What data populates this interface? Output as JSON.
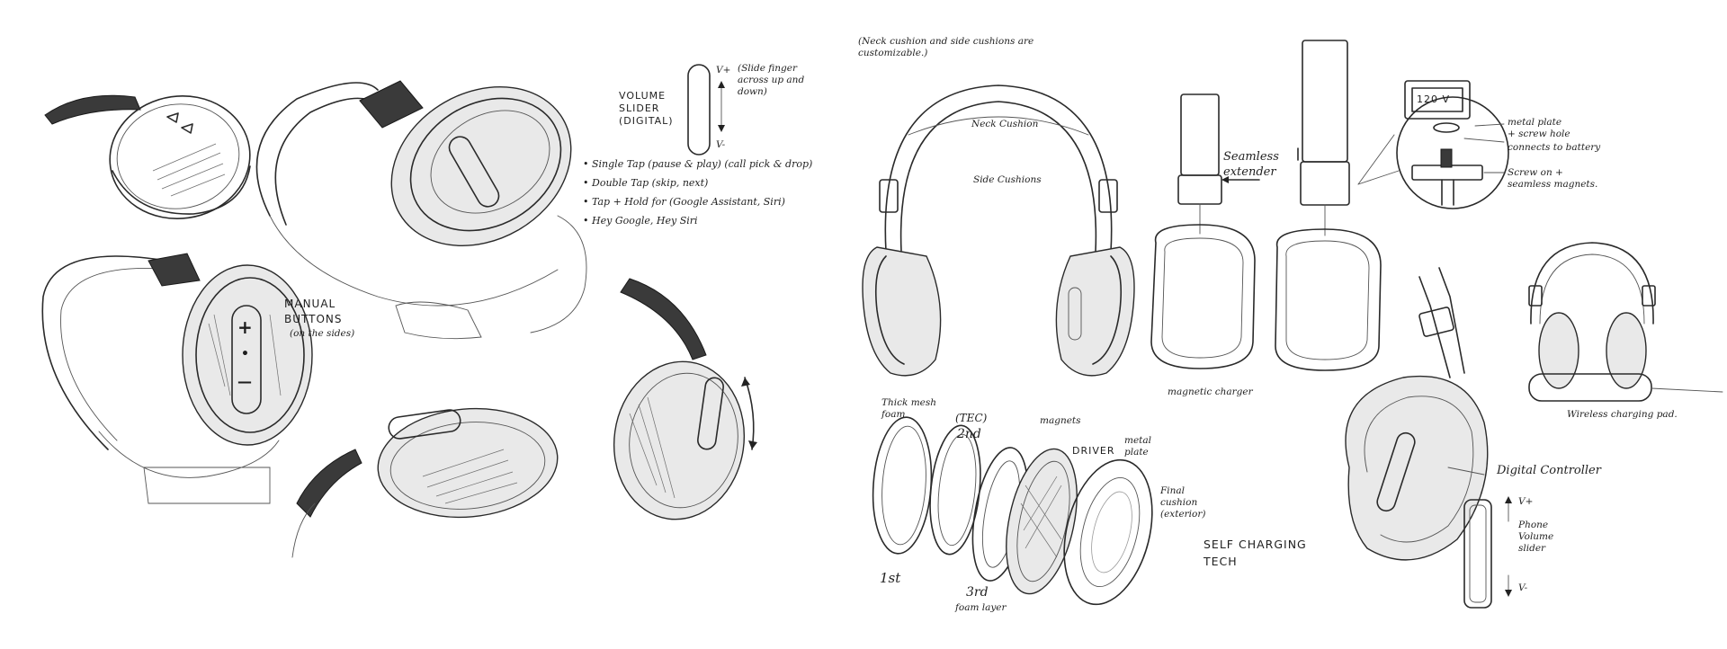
{
  "annotations": {
    "volume_slider_label": "VOLUME SLIDER (DIGITAL)",
    "v_plus": "V+",
    "v_minus": "V-",
    "slide_note": "(Slide finger across up and down)",
    "gestures": [
      "Single Tap (pause & play) (call pick & drop)",
      "Double Tap (skip, next)",
      "Tap + Hold for (Google Assistant, Siri)",
      "Hey Google, Hey Siri"
    ],
    "manual_buttons": "MANUAL BUTTONS",
    "on_sides": "(on the sides)",
    "cushion_note": "(Neck cushion and side cushions are customizable.)",
    "neck_cushion": "Neck Cushion",
    "side_cushions": "Side Cushions",
    "seamless_extender": "Seamless extender",
    "voltage": "120 V",
    "metal_plate": "metal plate + screw hole",
    "connects_battery": "connects to battery",
    "screw_on": "Screw on + seamless magnets.",
    "magnetic_charger": "magnetic charger",
    "wireless_pad": "Wireless charging pad.",
    "thick_mesh": "Thick mesh foam",
    "tec": "(TEC)",
    "second": "2nd",
    "magnets": "magnets",
    "driver": "DRIVER",
    "metal_plate_short": "metal plate",
    "final_cushion": "Final cushion (exterior)",
    "first": "1st",
    "third": "3rd",
    "foam_layer": "foam layer",
    "self_charging": "SELF CHARGING TECH",
    "digital_controller": "Digital Controller",
    "phone_v_plus": "V+",
    "phone_volume_slider": "Phone Volume slider",
    "phone_v_minus": "V-"
  },
  "controls": {
    "plus": "+",
    "dot": "•",
    "minus": "—"
  }
}
